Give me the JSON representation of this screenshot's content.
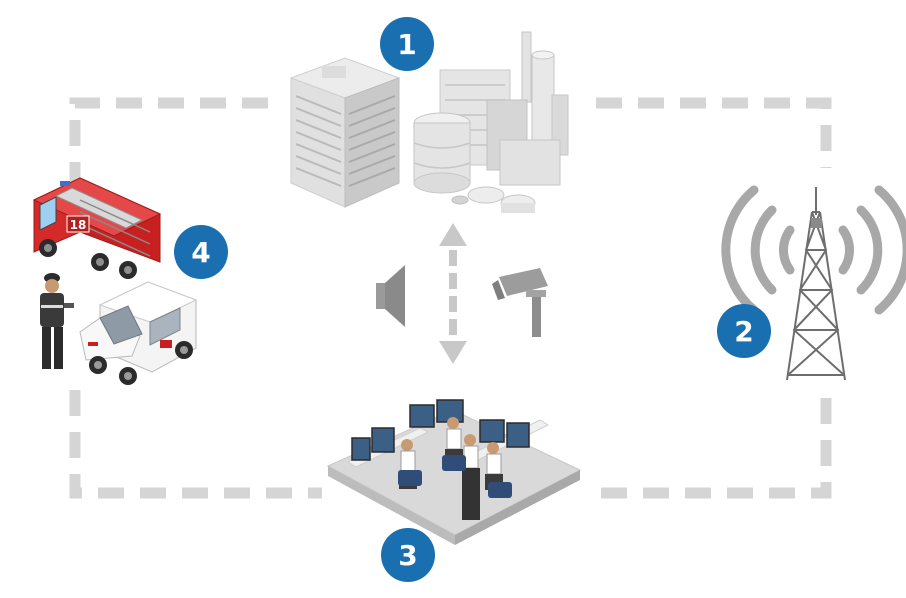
{
  "colors": {
    "badge": "#1a6fb1",
    "connector": "#d5d5d5",
    "arrow": "#c4c4c4",
    "fire_red": "#d42a2a",
    "tower_wave": "#a8a8a8"
  },
  "nodes": [
    {
      "id": "1",
      "label": "1",
      "icon": "buildings-and-industrial-plant"
    },
    {
      "id": "2",
      "label": "2",
      "icon": "radio-tower"
    },
    {
      "id": "3",
      "label": "3",
      "icon": "control-room-operators"
    },
    {
      "id": "4",
      "label": "4",
      "icon": "fire-truck-security-guard-van"
    }
  ],
  "center_icons": [
    "speaker-icon",
    "cctv-camera-icon",
    "bidirectional-arrow-icon"
  ],
  "truck_number": "18"
}
